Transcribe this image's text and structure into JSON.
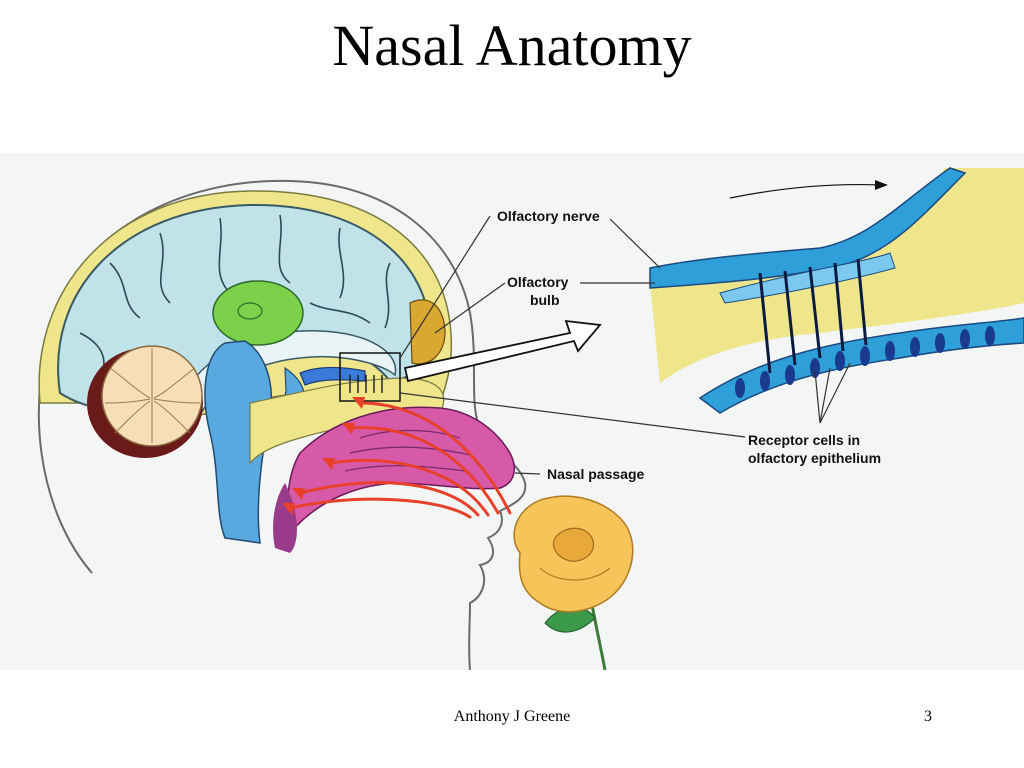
{
  "slide": {
    "title": "Nasal Anatomy",
    "author": "Anthony J Greene",
    "page_number": "3"
  },
  "diagram": {
    "labels": {
      "olfactory_nerve": "Olfactory nerve",
      "olfactory_bulb_line1": "Olfactory",
      "olfactory_bulb_line2": "bulb",
      "receptor_line1": "Receptor cells in",
      "receptor_line2": "olfactory epithelium",
      "nasal_passage": "Nasal passage"
    },
    "colors": {
      "background": "#f3f6f4",
      "brain": "#bfe3e8",
      "brainstem": "#5aa8e0",
      "thalamus": "#7bd24a",
      "cerebellum": "#f6dfb8",
      "cerebellum_dark": "#6b1a1a",
      "bone": "#efe68c",
      "nasal_cavity": "#d65aa8",
      "airflow": "#e8402a",
      "epithelium": "#2e9fd8",
      "rose": "#f7c45a",
      "leaf": "#3a9a4a"
    }
  }
}
